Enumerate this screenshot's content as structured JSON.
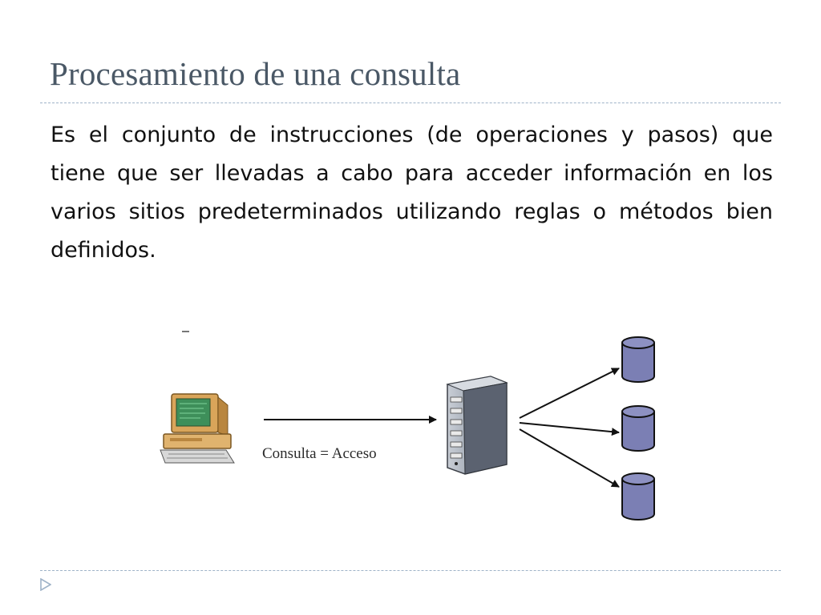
{
  "slide": {
    "title": "Procesamiento de una consulta",
    "paragraph": "Es el conjunto de instrucciones (de operaciones y pasos) que tiene que ser llevadas a cabo para acceder información en los varios sitios predeterminados utilizando reglas o métodos bien definidos."
  },
  "diagram": {
    "caption": "Consulta = Acceso",
    "icons": [
      "computer-icon",
      "server-icon",
      "database-icon",
      "database-icon",
      "database-icon"
    ]
  },
  "colors": {
    "title": "#4a5866",
    "rule": "#9fb3c8",
    "database_fill": "#7b7fb4",
    "bullet": "#9fb3c8"
  }
}
